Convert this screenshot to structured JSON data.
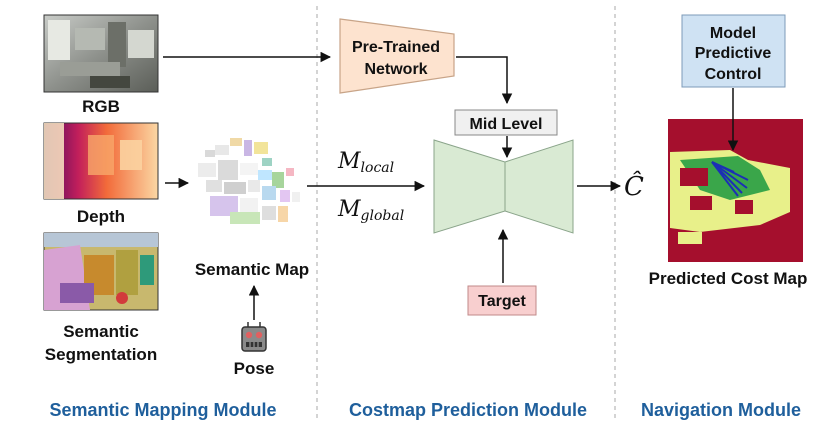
{
  "labels": {
    "rgb": "RGB",
    "depth": "Depth",
    "seg_line1": "Semantic",
    "seg_line2": "Segmentation",
    "semantic_map": "Semantic Map",
    "pose": "Pose",
    "pretrained_line1": "Pre-Trained",
    "pretrained_line2": "Network",
    "mid_level": "Mid Level",
    "target": "Target",
    "m_local": "M",
    "m_local_sub": "local",
    "m_global": "M",
    "m_global_sub": "global",
    "c_hat": "Ĉ",
    "mpc_line1": "Model",
    "mpc_line2": "Predictive",
    "mpc_line3": "Control",
    "cost_map": "Predicted Cost Map"
  },
  "modules": {
    "mapping": "Semantic Mapping Module",
    "costmap": "Costmap Prediction Module",
    "navigation": "Navigation Module"
  },
  "colors": {
    "pretrained_fill": "#fde3cf",
    "pretrained_stroke": "#c8a488",
    "mid_fill": "#f0f0f0",
    "target_fill": "#f8cfcf",
    "mpc_fill": "#cfe2f3",
    "network_fill": "#d9ead3",
    "module_text": "#1f5f9c",
    "cost_red": "#a50f2d",
    "cost_yellow": "#e8f08a",
    "cost_green": "#3aa64a"
  },
  "icons": {
    "pose": "robot-icon"
  }
}
